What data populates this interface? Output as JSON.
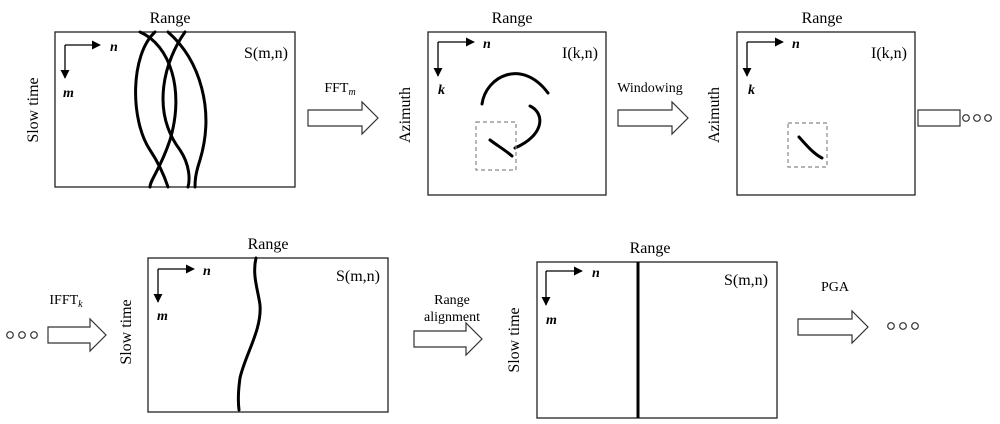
{
  "panels": {
    "p1": {
      "top": "Range",
      "side": "Slow time",
      "signal": "S(m,n)",
      "h": "n",
      "v": "m"
    },
    "p2": {
      "top": "Range",
      "side": "Azimuth",
      "signal": "I(k,n)",
      "h": "n",
      "v": "k"
    },
    "p3": {
      "top": "Range",
      "side": "Azimuth",
      "signal": "I(k,n)",
      "h": "n",
      "v": "k"
    },
    "p4": {
      "top": "Range",
      "side": "Slow time",
      "signal": "S(m,n)",
      "h": "n",
      "v": "m"
    },
    "p5": {
      "top": "Range",
      "side": "Slow time",
      "signal": "S(m,n)",
      "h": "n",
      "v": "m"
    }
  },
  "steps": {
    "fft_base": "FFT",
    "fft_sub": "m",
    "windowing": "Windowing",
    "ifft_base": "IFFT",
    "ifft_sub": "k",
    "range_align_1": "Range",
    "range_align_2": "alignment",
    "pga": "PGA"
  }
}
